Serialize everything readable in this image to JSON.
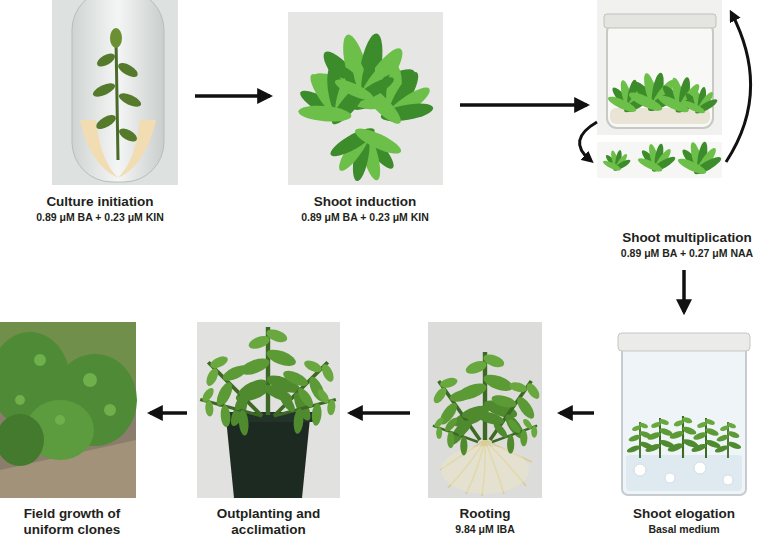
{
  "diagram": {
    "nodes": [
      {
        "text": [
          "Culture initiation",
          "0.89 μM BA + 0.23 μM KIN"
        ]
      },
      {
        "text": [
          "Shoot induction",
          "0.89 μM BA + 0.23 μM KIN"
        ]
      },
      {
        "text": [
          "Shoot multiplication",
          "0.89 μM BA + 0.27 μM NAA"
        ]
      },
      {
        "text": [
          "Shoot elogation",
          "Basal medium"
        ]
      },
      {
        "text": [
          "Rooting",
          "9.84 μM IBA"
        ]
      },
      {
        "text": [
          "Outplanting and acclimation"
        ]
      },
      {
        "text": [
          "Field growth of uniform clones"
        ]
      }
    ],
    "edges": [
      {
        "from": 0,
        "to": 1,
        "arrow": "to"
      },
      {
        "from": 1,
        "to": 2,
        "arrow": "to"
      },
      {
        "from": 2,
        "to": 3,
        "arrow": "to"
      },
      {
        "from": 3,
        "to": 4,
        "arrow": "to"
      },
      {
        "from": 4,
        "to": 5,
        "arrow": "to"
      },
      {
        "from": 5,
        "to": 6,
        "arrow": "to"
      }
    ]
  }
}
